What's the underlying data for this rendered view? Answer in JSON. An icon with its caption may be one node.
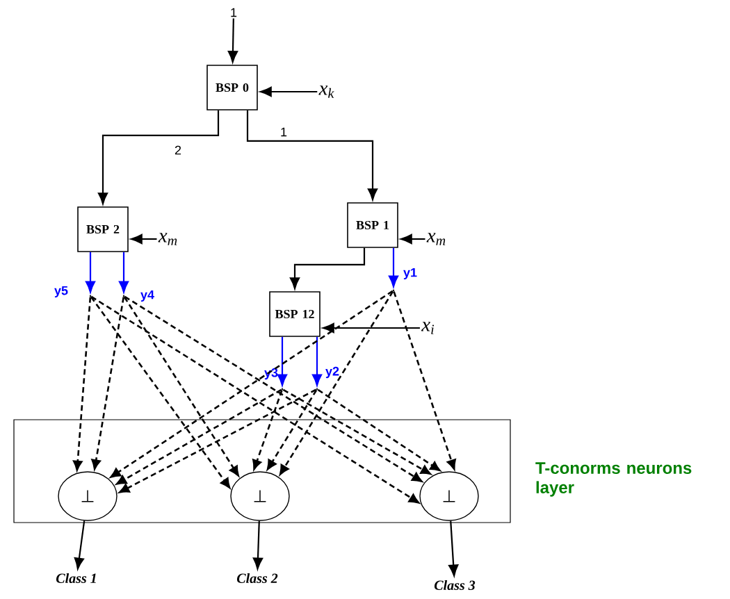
{
  "diagram": {
    "nodes": [
      {
        "text": [
          "1"
        ]
      },
      {
        "text": [
          "BSP 0"
        ]
      },
      {
        "text": [
          "x$_{k}$"
        ]
      },
      {
        "text": [
          "BSP 2"
        ]
      },
      {
        "text": [
          "x$_{m}$"
        ]
      },
      {
        "text": [
          "BSP 1"
        ]
      },
      {
        "text": [
          "x$_{m}$"
        ]
      },
      {
        "text": [],
        "shape": "point",
        "beside": [
          "y5"
        ]
      },
      {
        "text": [],
        "shape": "point",
        "beside": [
          "y4"
        ]
      },
      {
        "text": [],
        "shape": "point",
        "beside": [
          "y1"
        ]
      },
      {
        "text": [
          "BSP 12"
        ]
      },
      {
        "text": [
          "x$_{i}$"
        ]
      },
      {
        "text": [],
        "shape": "point",
        "beside": [
          "y3"
        ]
      },
      {
        "text": [],
        "shape": "point",
        "beside": [
          "y2"
        ]
      },
      {
        "text": [
          "T-conorms neurons layer"
        ]
      },
      {
        "text": [
          "⊥"
        ],
        "in": 14
      },
      {
        "text": [
          "⊥"
        ],
        "in": 14
      },
      {
        "text": [
          "⊥"
        ],
        "in": 14
      },
      {
        "text": [
          "Class 1"
        ]
      },
      {
        "text": [
          "Class 2"
        ]
      },
      {
        "text": [
          "Class 3"
        ]
      }
    ],
    "edges": [
      {
        "from": 0,
        "to": 1,
        "arrow": "to"
      },
      {
        "from": 2,
        "to": 1,
        "arrow": "to"
      },
      {
        "from": 1,
        "to": 3,
        "arrow": "to",
        "label": "2"
      },
      {
        "from": 1,
        "to": 5,
        "arrow": "to",
        "label": "1"
      },
      {
        "from": 4,
        "to": 3,
        "arrow": "to"
      },
      {
        "from": 6,
        "to": 5,
        "arrow": "to"
      },
      {
        "from": 3,
        "to": 7,
        "arrow": "to",
        "color": "#0000ff"
      },
      {
        "from": 3,
        "to": 8,
        "arrow": "to",
        "color": "#0000ff"
      },
      {
        "from": 5,
        "to": 9,
        "arrow": "to",
        "color": "#0000ff"
      },
      {
        "from": 5,
        "to": 10,
        "arrow": "to"
      },
      {
        "from": 11,
        "to": 10,
        "arrow": "to"
      },
      {
        "from": 10,
        "to": 12,
        "arrow": "to",
        "color": "#0000ff"
      },
      {
        "from": 10,
        "to": 13,
        "arrow": "to",
        "color": "#0000ff"
      },
      {
        "from": 7,
        "to": 15,
        "arrow": "to",
        "style": "dashed"
      },
      {
        "from": 7,
        "to": 16,
        "arrow": "to",
        "style": "dashed"
      },
      {
        "from": 7,
        "to": 17,
        "arrow": "to",
        "style": "dashed"
      },
      {
        "from": 8,
        "to": 15,
        "arrow": "to",
        "style": "dashed"
      },
      {
        "from": 8,
        "to": 16,
        "arrow": "to",
        "style": "dashed"
      },
      {
        "from": 8,
        "to": 17,
        "arrow": "to",
        "style": "dashed"
      },
      {
        "from": 9,
        "to": 15,
        "arrow": "to",
        "style": "dashed"
      },
      {
        "from": 9,
        "to": 16,
        "arrow": "to",
        "style": "dashed"
      },
      {
        "from": 9,
        "to": 17,
        "arrow": "to",
        "style": "dashed"
      },
      {
        "from": 12,
        "to": 15,
        "arrow": "to",
        "style": "dashed"
      },
      {
        "from": 12,
        "to": 16,
        "arrow": "to",
        "style": "dashed"
      },
      {
        "from": 12,
        "to": 17,
        "arrow": "to",
        "style": "dashed"
      },
      {
        "from": 13,
        "to": 15,
        "arrow": "to",
        "style": "dashed"
      },
      {
        "from": 13,
        "to": 16,
        "arrow": "to",
        "style": "dashed"
      },
      {
        "from": 13,
        "to": 17,
        "arrow": "to",
        "style": "dashed"
      },
      {
        "from": 15,
        "to": 18,
        "arrow": "to"
      },
      {
        "from": 16,
        "to": 19,
        "arrow": "to"
      },
      {
        "from": 17,
        "to": 20,
        "arrow": "to"
      }
    ]
  }
}
